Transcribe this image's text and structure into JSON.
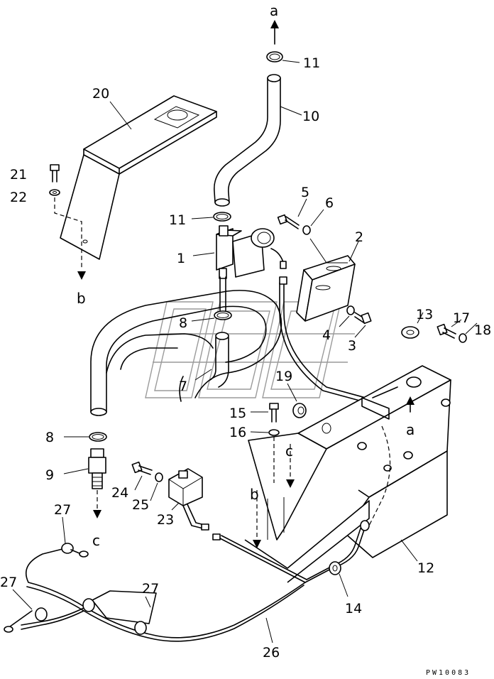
{
  "diagram": {
    "drawing_code": "PW10083",
    "part_numbers": [
      "1",
      "2",
      "3",
      "4",
      "5",
      "6",
      "7",
      "8",
      "8",
      "9",
      "10",
      "11",
      "11",
      "12",
      "13",
      "14",
      "15",
      "16",
      "17",
      "18",
      "19",
      "20",
      "21",
      "22",
      "23",
      "24",
      "25",
      "26",
      "27",
      "27",
      "27"
    ],
    "connection_labels": [
      "a",
      "a",
      "b",
      "b",
      "c",
      "c"
    ]
  }
}
